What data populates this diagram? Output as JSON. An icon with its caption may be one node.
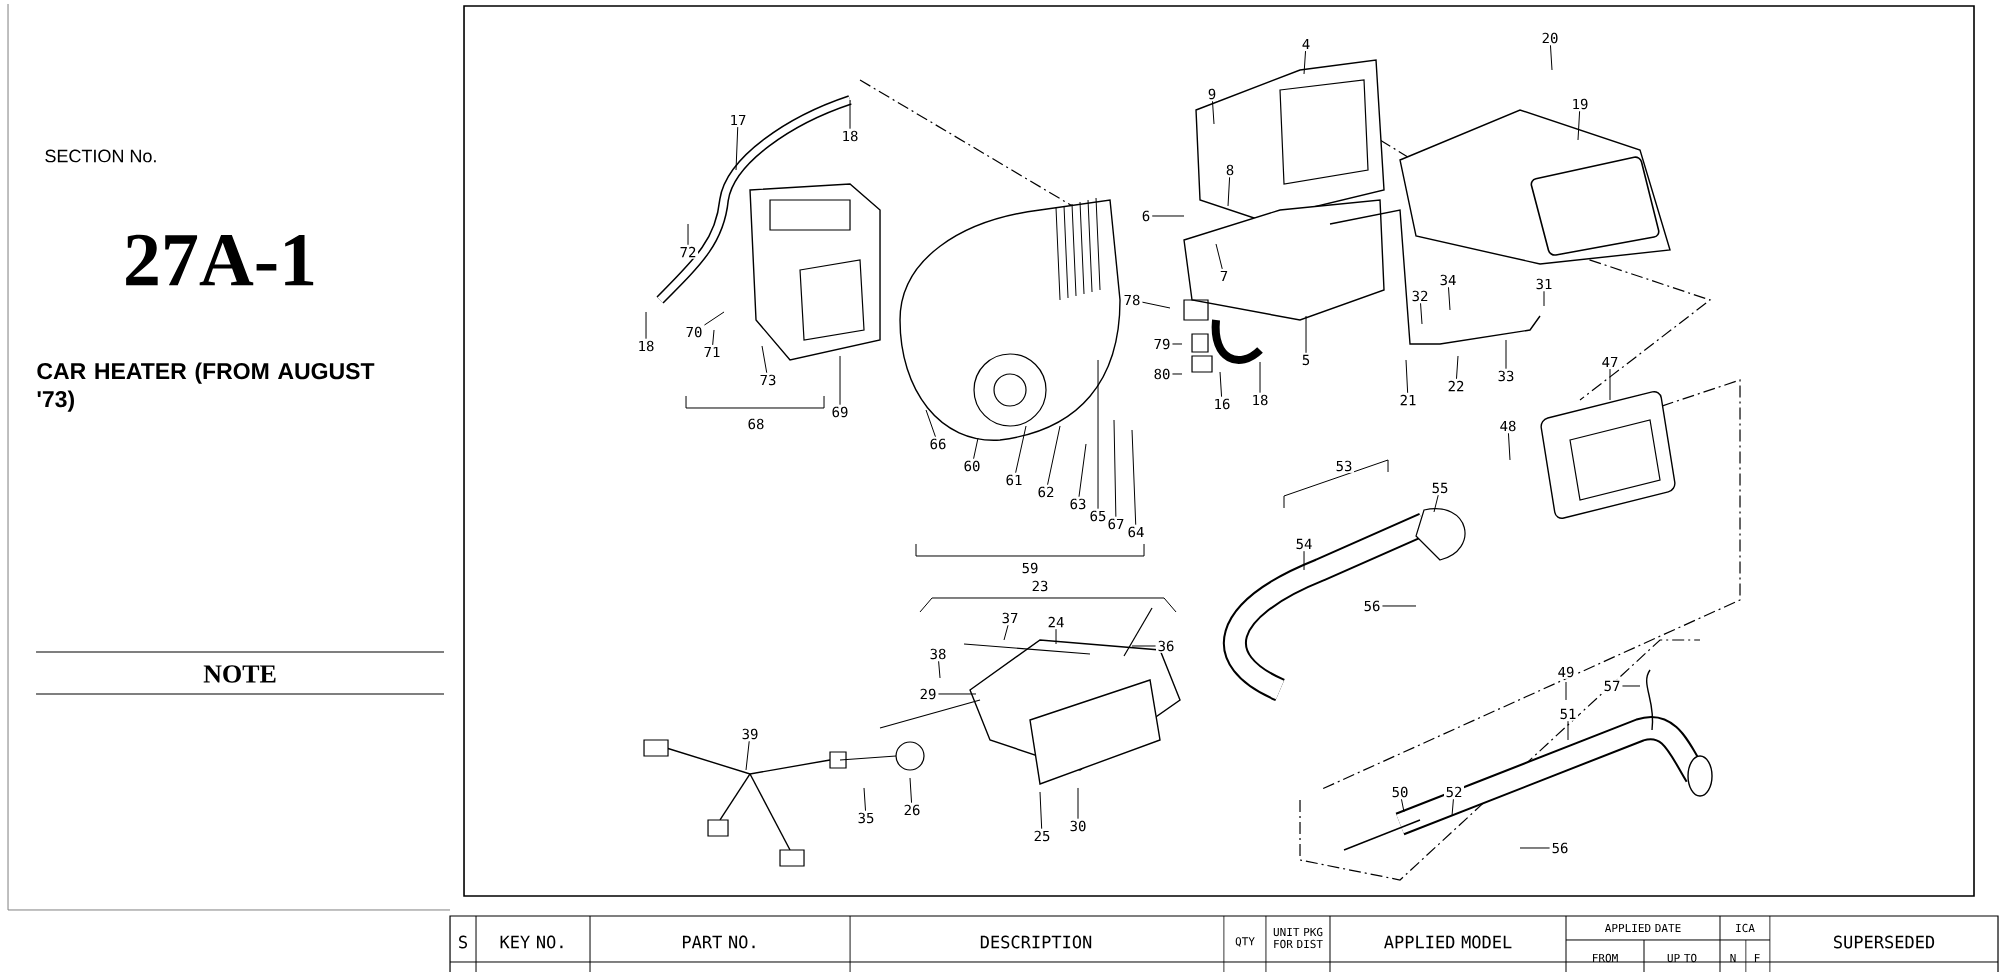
{
  "diagram": {
    "nodes": [
      {
        "text": [
          "20"
        ]
      },
      {
        "text": [
          "4"
        ]
      },
      {
        "text": [
          "9"
        ]
      },
      {
        "text": [
          "19"
        ]
      },
      {
        "text": [
          "17"
        ]
      },
      {
        "text": [
          "18"
        ]
      },
      {
        "text": [
          "8"
        ]
      },
      {
        "text": [
          "6"
        ]
      },
      {
        "text": [
          "72"
        ]
      },
      {
        "text": [
          "7"
        ]
      },
      {
        "text": [
          "34"
        ]
      },
      {
        "text": [
          "31"
        ]
      },
      {
        "text": [
          "32"
        ]
      },
      {
        "text": [
          "78"
        ]
      },
      {
        "text": [
          "70"
        ]
      },
      {
        "text": [
          "18"
        ]
      },
      {
        "text": [
          "79"
        ]
      },
      {
        "text": [
          "71"
        ]
      },
      {
        "text": [
          "5"
        ]
      },
      {
        "text": [
          "47"
        ]
      },
      {
        "text": [
          "80"
        ]
      },
      {
        "text": [
          "33"
        ]
      },
      {
        "text": [
          "73"
        ]
      },
      {
        "text": [
          "22"
        ]
      },
      {
        "text": [
          "21"
        ]
      },
      {
        "text": [
          "18"
        ]
      },
      {
        "text": [
          "16"
        ]
      },
      {
        "text": [
          "69"
        ]
      },
      {
        "text": [
          "48"
        ]
      },
      {
        "text": [
          "66"
        ]
      },
      {
        "text": [
          "60"
        ]
      },
      {
        "text": [
          "55"
        ]
      },
      {
        "text": [
          "61"
        ]
      },
      {
        "text": [
          "62"
        ]
      },
      {
        "text": [
          "63"
        ]
      },
      {
        "text": [
          "65"
        ]
      },
      {
        "text": [
          "54"
        ]
      },
      {
        "text": [
          "67"
        ]
      },
      {
        "text": [
          "64"
        ]
      },
      {
        "text": [
          "37"
        ]
      },
      {
        "text": [
          "24"
        ]
      },
      {
        "text": [
          "56"
        ]
      },
      {
        "text": [
          "36"
        ]
      },
      {
        "text": [
          "38"
        ]
      },
      {
        "text": [
          "29"
        ]
      },
      {
        "text": [
          "57"
        ]
      },
      {
        "text": [
          "51"
        ]
      },
      {
        "text": [
          "39"
        ]
      },
      {
        "text": [
          "50"
        ]
      },
      {
        "text": [
          "52"
        ]
      },
      {
        "text": [
          "26"
        ]
      },
      {
        "text": [
          "35"
        ]
      },
      {
        "text": [
          "30"
        ]
      },
      {
        "text": [
          "25"
        ]
      },
      {
        "text": [
          "56"
        ]
      }
    ],
    "edges": [
      {
        "from": 0,
        "to": null,
        "arrow": "none"
      },
      {
        "from": 1,
        "to": null,
        "arrow": "none"
      },
      {
        "from": 2,
        "to": null,
        "arrow": "none"
      },
      {
        "from": 3,
        "to": null,
        "arrow": "none"
      },
      {
        "from": 4,
        "to": null,
        "arrow": "none"
      },
      {
        "from": 5,
        "to": null,
        "arrow": "none"
      },
      {
        "from": 6,
        "to": null,
        "arrow": "none"
      },
      {
        "from": 7,
        "to": null,
        "arrow": "none"
      },
      {
        "from": 8,
        "to": null,
        "arrow": "none"
      },
      {
        "from": 9,
        "to": null,
        "arrow": "none"
      },
      {
        "from": 10,
        "to": null,
        "arrow": "none"
      },
      {
        "from": 11,
        "to": null,
        "arrow": "none"
      },
      {
        "from": 12,
        "to": null,
        "arrow": "none"
      },
      {
        "from": 13,
        "to": null,
        "arrow": "none"
      },
      {
        "from": 14,
        "to": null,
        "arrow": "none"
      },
      {
        "from": 15,
        "to": null,
        "arrow": "none"
      },
      {
        "from": 16,
        "to": null,
        "arrow": "none"
      },
      {
        "from": 17,
        "to": null,
        "arrow": "none"
      },
      {
        "from": 18,
        "to": null,
        "arrow": "none"
      },
      {
        "from": 19,
        "to": null,
        "arrow": "none"
      },
      {
        "from": 20,
        "to": null,
        "arrow": "none"
      },
      {
        "from": 21,
        "to": null,
        "arrow": "none"
      },
      {
        "from": 22,
        "to": null,
        "arrow": "none"
      },
      {
        "from": 23,
        "to": null,
        "arrow": "none"
      },
      {
        "from": 24,
        "to": null,
        "arrow": "none"
      },
      {
        "from": 25,
        "to": null,
        "arrow": "none"
      },
      {
        "from": 26,
        "to": null,
        "arrow": "none"
      },
      {
        "from": 27,
        "to": null,
        "arrow": "none"
      },
      {
        "from": 28,
        "to": null,
        "arrow": "none"
      },
      {
        "from": 29,
        "to": null,
        "arrow": "none"
      },
      {
        "from": 30,
        "to": null,
        "arrow": "none"
      },
      {
        "from": 31,
        "to": null,
        "arrow": "none"
      },
      {
        "from": 32,
        "to": null,
        "arrow": "none"
      },
      {
        "from": 33,
        "to": null,
        "arrow": "none"
      },
      {
        "from": 34,
        "to": null,
        "arrow": "none"
      },
      {
        "from": 35,
        "to": null,
        "arrow": "none"
      },
      {
        "from": 36,
        "to": null,
        "arrow": "none"
      },
      {
        "from": 37,
        "to": null,
        "arrow": "none"
      },
      {
        "from": 38,
        "to": null,
        "arrow": "none"
      },
      {
        "from": 39,
        "to": null,
        "arrow": "none"
      },
      {
        "from": 40,
        "to": null,
        "arrow": "none"
      },
      {
        "from": 41,
        "to": null,
        "arrow": "none"
      },
      {
        "from": 42,
        "to": null,
        "arrow": "none"
      },
      {
        "from": 43,
        "to": null,
        "arrow": "none"
      },
      {
        "from": 44,
        "to": null,
        "arrow": "none"
      },
      {
        "from": 45,
        "to": null,
        "arrow": "none"
      },
      {
        "from": 46,
        "to": null,
        "arrow": "none"
      },
      {
        "from": 47,
        "to": null,
        "arrow": "none"
      },
      {
        "from": 48,
        "to": null,
        "arrow": "none"
      },
      {
        "from": 49,
        "to": null,
        "arrow": "none"
      },
      {
        "from": 50,
        "to": null,
        "arrow": "none"
      },
      {
        "from": 51,
        "to": null,
        "arrow": "none"
      },
      {
        "from": 52,
        "to": null,
        "arrow": "none"
      },
      {
        "from": 53,
        "to": null,
        "arrow": "none"
      },
      {
        "from": 54,
        "to": null,
        "arrow": "none"
      }
    ],
    "labels": [
      "SECTION No.",
      "27A-1",
      "CAR HEATER (FROM AUGUST '73)",
      "68",
      "59",
      "23",
      "53",
      "49",
      "NOTE",
      "S",
      "KEY NO.",
      "PART NO.",
      "DESCRIPTION",
      "QTY",
      "UNIT PKG FOR DIST",
      "APPLIED MODEL",
      "APPLIED DATE",
      "ICA",
      "SUPERSEDED",
      "FROM",
      "UP TO",
      "N",
      "F"
    ]
  }
}
